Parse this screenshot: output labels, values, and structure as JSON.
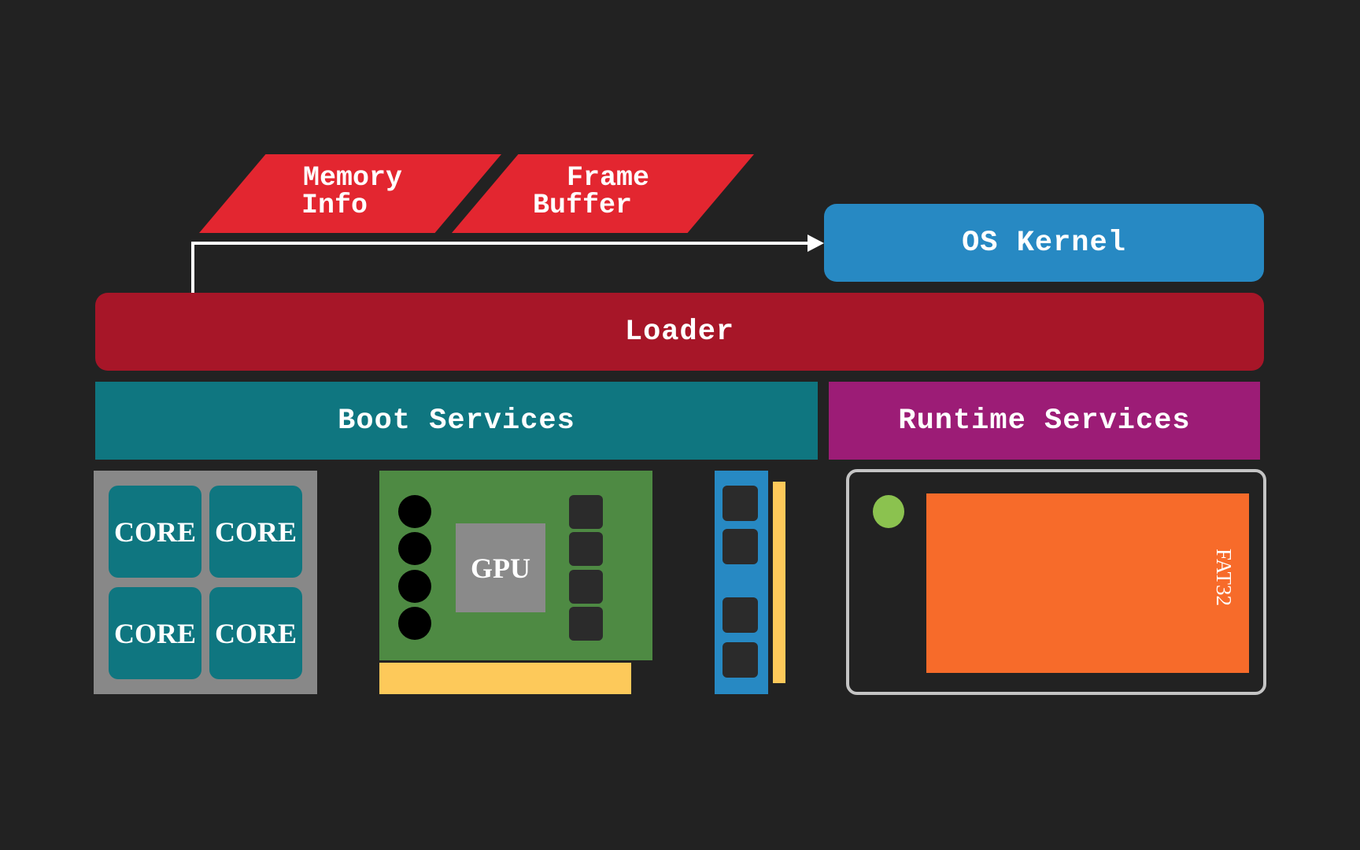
{
  "colors": {
    "background": "#222222",
    "parallelogram": "#e32630",
    "os_kernel": "#2789c3",
    "loader": "#a71628",
    "boot_services": "#0f7680",
    "runtime_services": "#9c1c76",
    "cpu_package": "#888888",
    "core": "#0f7680",
    "gpu_board": "#4e8a43",
    "gpu_chip": "#8a8a8a",
    "gpu_connector": "#fdc95a",
    "ram_stick": "#2789c3",
    "ram_connector": "#fdc95a",
    "partition": "#f76b2a",
    "disk_led": "#8bc24f"
  },
  "memory_info": {
    "line1": "Memory",
    "line2": "Info"
  },
  "frame_buffer": {
    "line1": "Frame",
    "line2": "Buffer"
  },
  "os_kernel": {
    "label": "OS Kernel"
  },
  "loader": {
    "label": "Loader"
  },
  "boot_services": {
    "label": "Boot Services"
  },
  "runtime_services": {
    "label": "Runtime Services"
  },
  "cpu": {
    "cores": [
      "CORE",
      "CORE",
      "CORE",
      "CORE"
    ]
  },
  "gpu": {
    "label": "GPU"
  },
  "disk": {
    "partition_label": "FAT32"
  }
}
